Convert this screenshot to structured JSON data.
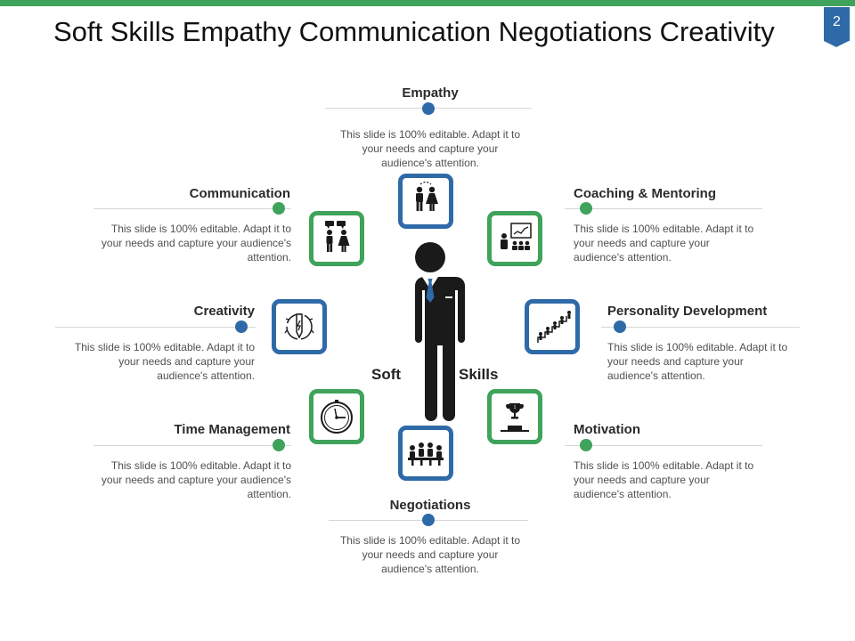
{
  "page": {
    "title": "Soft Skills Empathy Communication Negotiations Creativity",
    "page_number": "2"
  },
  "center": {
    "left_word": "Soft",
    "right_word": "Skills",
    "figure": "businessman-icon"
  },
  "skills": {
    "empathy": {
      "label": "Empathy",
      "text": "This slide is 100% editable. Adapt it to your needs and capture your audience's attention.",
      "icon": "couple-icon"
    },
    "communication": {
      "label": "Communication",
      "text": "This slide is 100% editable. Adapt it to your needs and capture your audience's attention.",
      "icon": "conversation-icon"
    },
    "coaching": {
      "label": "Coaching & Mentoring",
      "text": "This slide is 100% editable. Adapt it to your needs and capture your audience's attention.",
      "icon": "presentation-icon"
    },
    "creativity": {
      "label": "Creativity",
      "text": "This slide is 100% editable. Adapt it to your needs and capture your audience's attention.",
      "icon": "pencil-idea-icon"
    },
    "personality": {
      "label": "Personality Development",
      "text": "This slide is 100% editable. Adapt it to your needs and capture your audience's attention.",
      "icon": "growth-steps-icon"
    },
    "time": {
      "label": "Time Management",
      "text": "This slide is 100% editable. Adapt it to your needs and capture your audience's attention.",
      "icon": "stopwatch-icon"
    },
    "motivation": {
      "label": "Motivation",
      "text": "This slide is 100% editable. Adapt it to your needs and capture your audience's attention.",
      "icon": "trophy-podium-icon"
    },
    "negotiations": {
      "label": "Negotiations",
      "text": "This slide is 100% editable. Adapt it to your needs and capture your audience's attention.",
      "icon": "handshake-meeting-icon"
    }
  },
  "colors": {
    "accent_blue": "#2f6aa8",
    "accent_green": "#3fa35b",
    "figure": "#1a1a1a",
    "tie": "#2f6aa8"
  }
}
